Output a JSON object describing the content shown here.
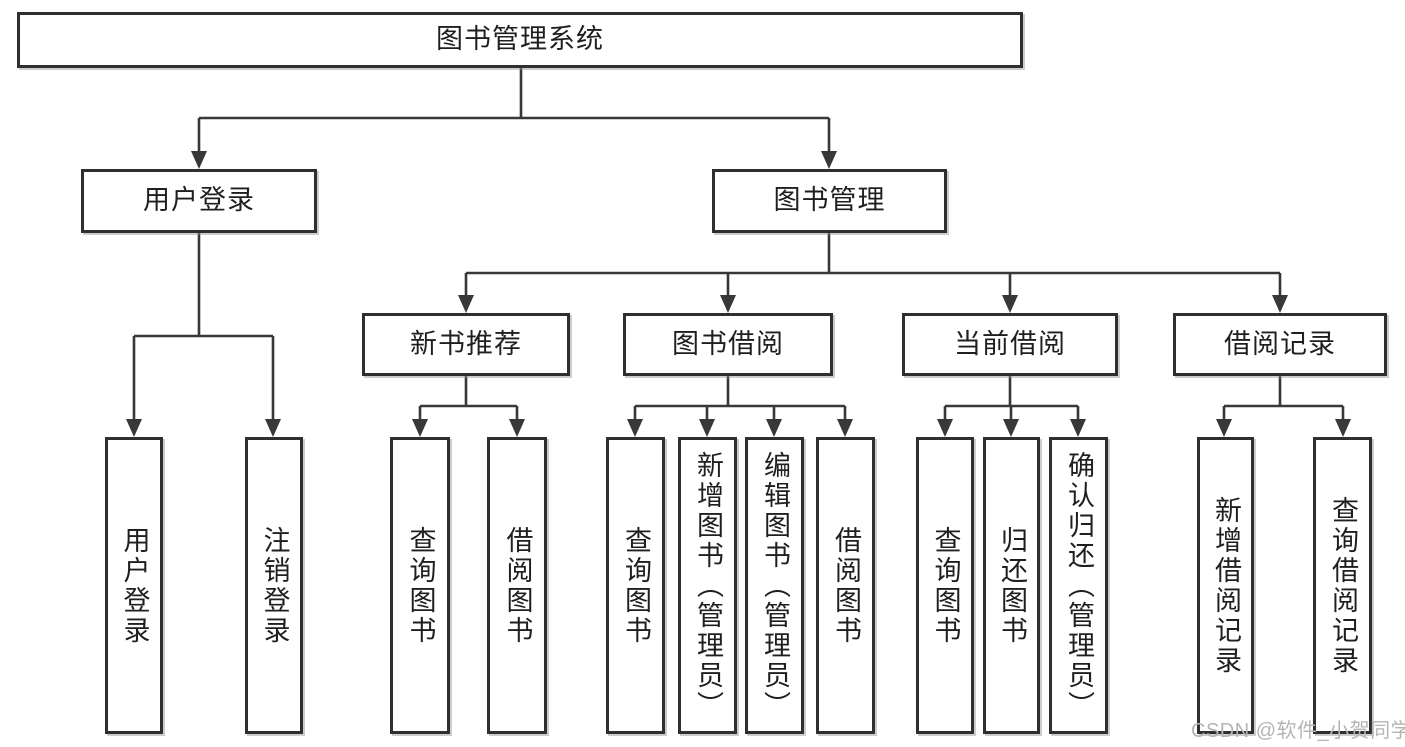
{
  "tree": {
    "root": {
      "label": "图书管理系统",
      "children": [
        {
          "label": "用户登录",
          "children": [
            {
              "label": "用户登录"
            },
            {
              "label": "注销登录"
            }
          ]
        },
        {
          "label": "图书管理",
          "children": [
            {
              "label": "新书推荐",
              "children": [
                {
                  "label": "查询图书"
                },
                {
                  "label": "借阅图书"
                }
              ]
            },
            {
              "label": "图书借阅",
              "children": [
                {
                  "label": "查询图书"
                },
                {
                  "label": "新增图书（管理员）"
                },
                {
                  "label": "编辑图书（管理员）"
                },
                {
                  "label": "借阅图书"
                }
              ]
            },
            {
              "label": "当前借阅",
              "children": [
                {
                  "label": "查询图书"
                },
                {
                  "label": "归还图书"
                },
                {
                  "label": "确认归还（管理员）"
                }
              ]
            },
            {
              "label": "借阅记录",
              "children": [
                {
                  "label": "新增借阅记录"
                },
                {
                  "label": "查询借阅记录"
                }
              ]
            }
          ]
        }
      ]
    }
  },
  "watermark": {
    "text": "CSDN @软件_小贺同学"
  },
  "colors": {
    "line": "#383838",
    "box_border": "#2f2f2f",
    "box_fill": "#ffffff",
    "text": "#1f1f1f",
    "watermark": "#b5b5b5"
  }
}
